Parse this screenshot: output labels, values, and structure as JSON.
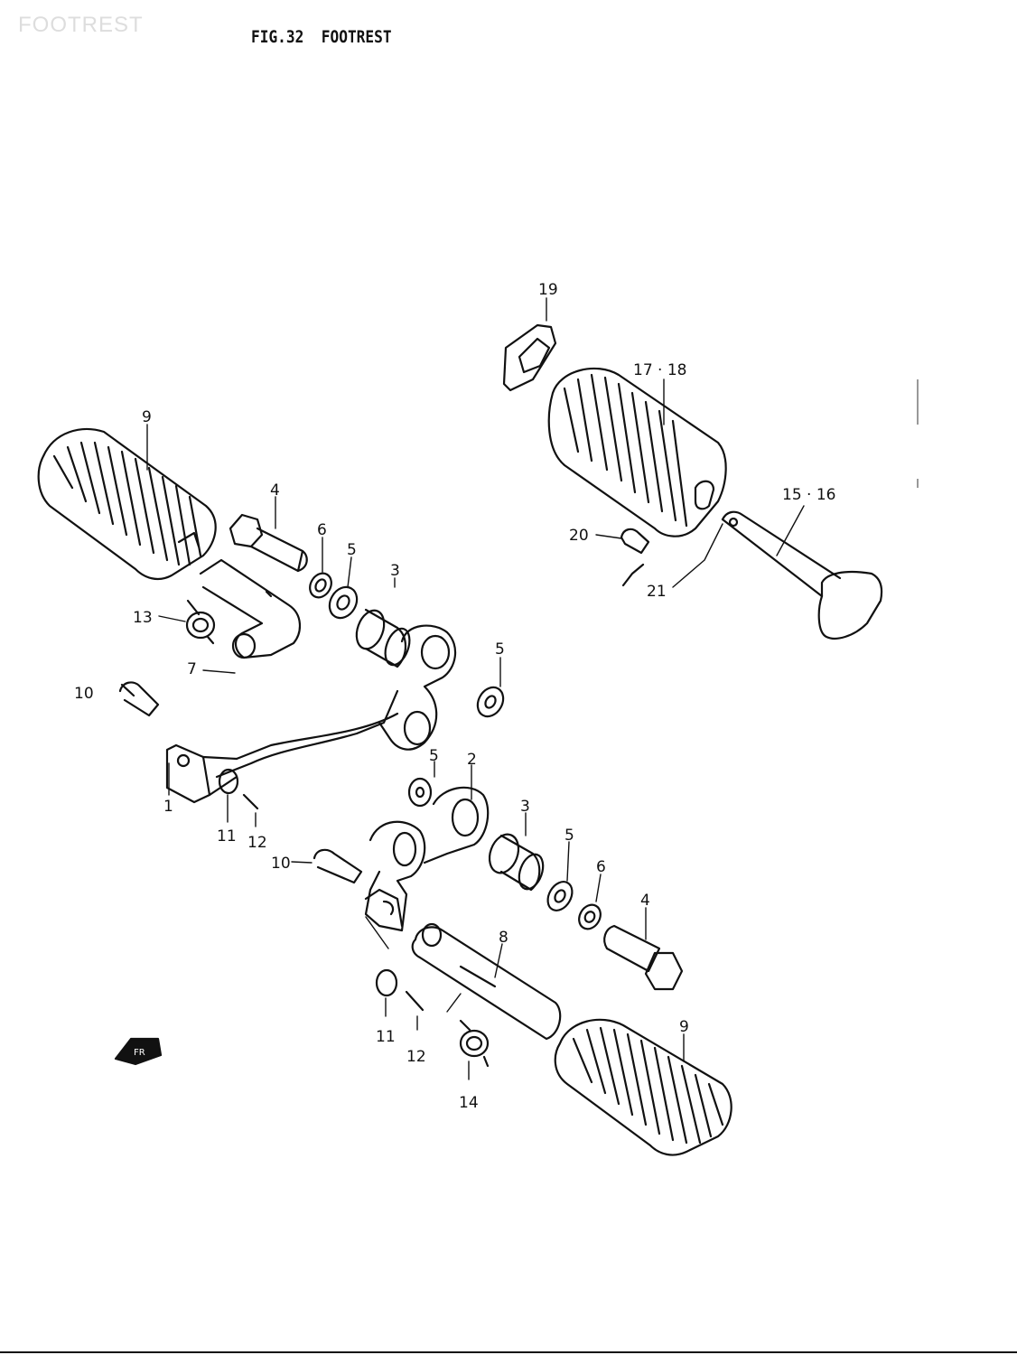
{
  "header": {
    "watermark": "FOOTREST",
    "title": "FIG.32  FOOTREST"
  },
  "callouts": {
    "c1": "1",
    "c2": "2",
    "c3a": "3",
    "c3b": "3",
    "c4a": "4",
    "c4b": "4",
    "c5a": "5",
    "c5b": "5",
    "c5c": "5",
    "c5d": "5",
    "c6a": "6",
    "c6b": "6",
    "c7": "7",
    "c8": "8",
    "c9a": "9",
    "c9b": "9",
    "c10a": "10",
    "c10b": "10",
    "c11a": "11",
    "c11b": "11",
    "c12a": "12",
    "c12b": "12",
    "c13": "13",
    "c14": "14",
    "c15": "15 · 16",
    "c17": "17 · 18",
    "c19": "19",
    "c20": "20",
    "c21": "21"
  }
}
